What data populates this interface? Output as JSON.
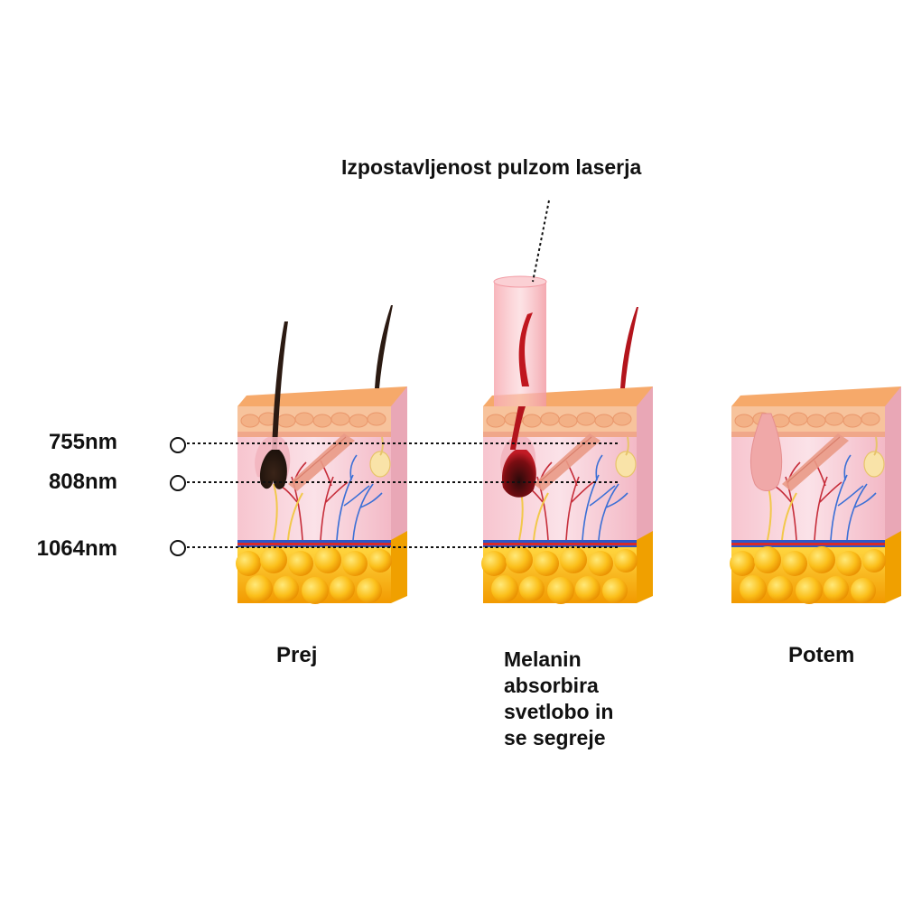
{
  "title": "Izpostavljenost pulzom laserja",
  "wavelengths": [
    {
      "label": "755nm"
    },
    {
      "label": "808nm"
    },
    {
      "label": "1064nm"
    }
  ],
  "stages": [
    {
      "caption_lines": [
        "Prej"
      ]
    },
    {
      "caption_lines": [
        "Melanin",
        "absorbira",
        "svetlobo in",
        "se segreje"
      ]
    },
    {
      "caption_lines": [
        "Potem"
      ]
    }
  ],
  "colors": {
    "laser_beam": "#f7a9b0",
    "hair_dark": "#2b1a12",
    "hair_heated": "#b3141c",
    "fat": "#f8b500",
    "skin_top": "#f6b98a",
    "dermis": "#f8d3dc"
  }
}
